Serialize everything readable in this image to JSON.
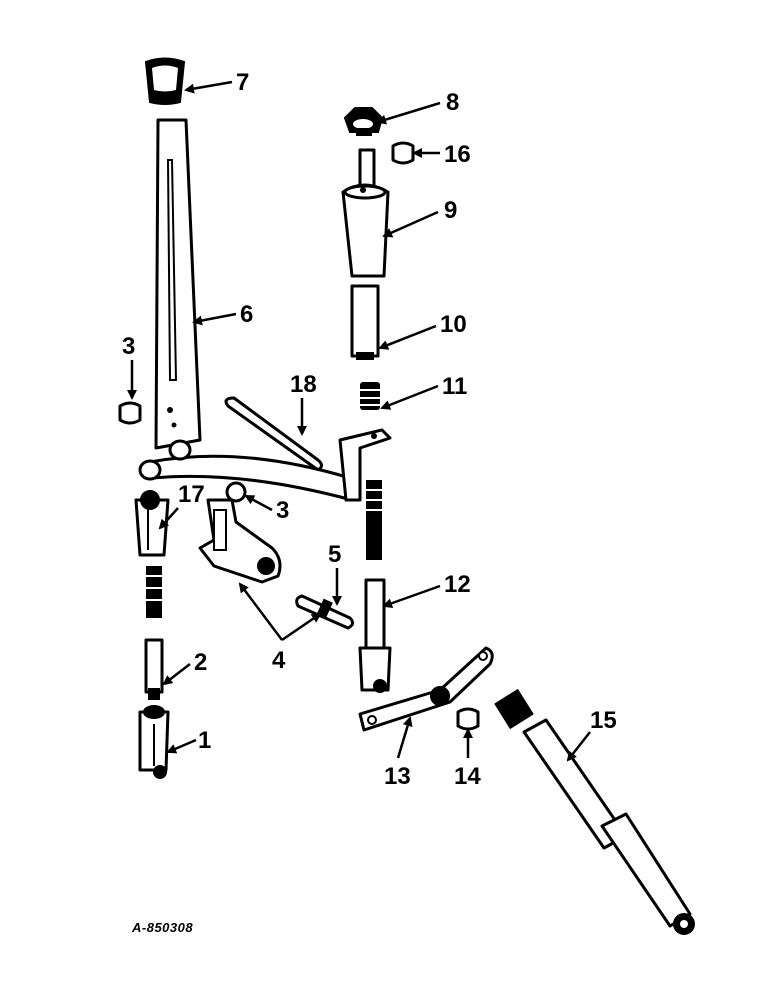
{
  "diagram": {
    "reference_code": "A-850308",
    "callouts": [
      {
        "id": "7",
        "label": "7"
      },
      {
        "id": "8",
        "label": "8"
      },
      {
        "id": "16",
        "label": "16"
      },
      {
        "id": "9",
        "label": "9"
      },
      {
        "id": "6",
        "label": "6"
      },
      {
        "id": "10",
        "label": "10"
      },
      {
        "id": "3a",
        "label": "3"
      },
      {
        "id": "18",
        "label": "18"
      },
      {
        "id": "11",
        "label": "11"
      },
      {
        "id": "17",
        "label": "17"
      },
      {
        "id": "3b",
        "label": "3"
      },
      {
        "id": "5",
        "label": "5"
      },
      {
        "id": "12",
        "label": "12"
      },
      {
        "id": "2",
        "label": "2"
      },
      {
        "id": "4",
        "label": "4"
      },
      {
        "id": "1",
        "label": "1"
      },
      {
        "id": "15",
        "label": "15"
      },
      {
        "id": "13",
        "label": "13"
      },
      {
        "id": "14",
        "label": "14"
      }
    ]
  }
}
